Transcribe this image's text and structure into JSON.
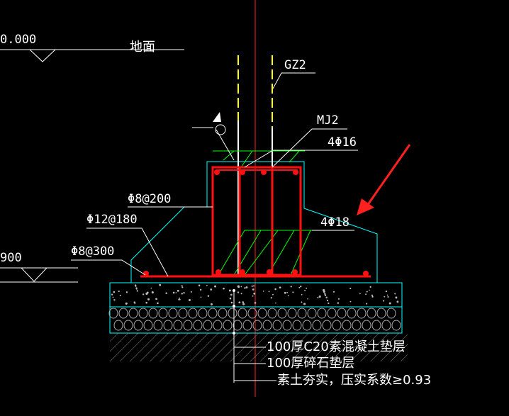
{
  "labels": {
    "elev_top": "0.000",
    "ground": "地面",
    "elev_low": "900",
    "gz2": "GZ2",
    "mj2": "MJ2",
    "bar_4phi16": "4Φ16",
    "bar_phi8_200": "Φ8@200",
    "bar_phi12_180": "Φ12@180",
    "bar_4phi18": "4Φ18",
    "bar_phi8_300": "Φ8@300",
    "layer_concrete": "100厚C20素混凝土垫层",
    "layer_gravel": "100厚碎石垫层",
    "layer_soil": "素土夯实，压实系数≥0.93"
  },
  "colors": {
    "background": "#000000",
    "outline": "#00ffff",
    "rebar": "#ff0000",
    "stirrup": "#00ff00",
    "column_bar": "#ffff00",
    "centerline": "#ff0000",
    "leader": "#ffffff",
    "arrow": "#ff2020"
  }
}
